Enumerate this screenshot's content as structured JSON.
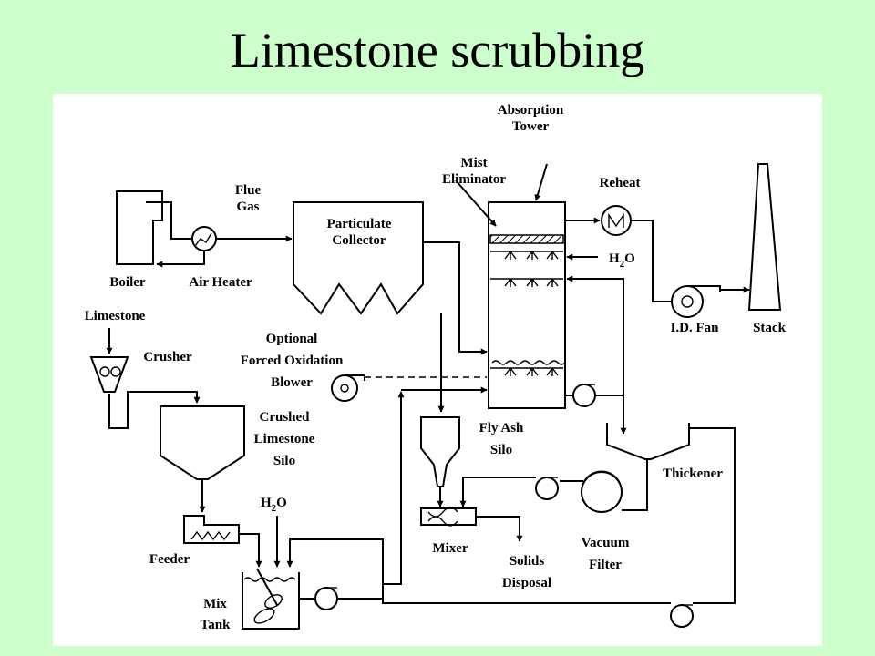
{
  "title": "Limestone scrubbing",
  "labels": {
    "absorption_tower": [
      "Absorption",
      "Tower"
    ],
    "mist_eliminator": [
      "Mist",
      "Eliminator"
    ],
    "reheat": "Reheat",
    "flue_gas": [
      "Flue",
      "Gas"
    ],
    "particulate_collector": [
      "Particulate",
      "Collector"
    ],
    "water_tower": "H",
    "boiler": "Boiler",
    "air_heater": "Air Heater",
    "limestone": "Limestone",
    "crusher": "Crusher",
    "oxidation_blower": [
      "Optional",
      "Forced Oxidation",
      "Blower"
    ],
    "id_fan": "I.D. Fan",
    "stack": "Stack",
    "crushed_silo": [
      "Crushed",
      "Limestone",
      "Silo"
    ],
    "fly_ash_silo": [
      "Fly Ash",
      "Silo"
    ],
    "thickener": "Thickener",
    "water_mix": "H",
    "feeder": "Feeder",
    "mixer": "Mixer",
    "solids_disposal": [
      "Solids",
      "Disposal"
    ],
    "vacuum_filter": [
      "Vacuum",
      "Filter"
    ],
    "mix_tank": [
      "Mix",
      "Tank"
    ]
  },
  "chem": {
    "sub": "2",
    "o": "O"
  },
  "icons": [
    "heat-exchanger-icon",
    "pump-icon",
    "fan-icon",
    "mixer-agitator-icon"
  ]
}
